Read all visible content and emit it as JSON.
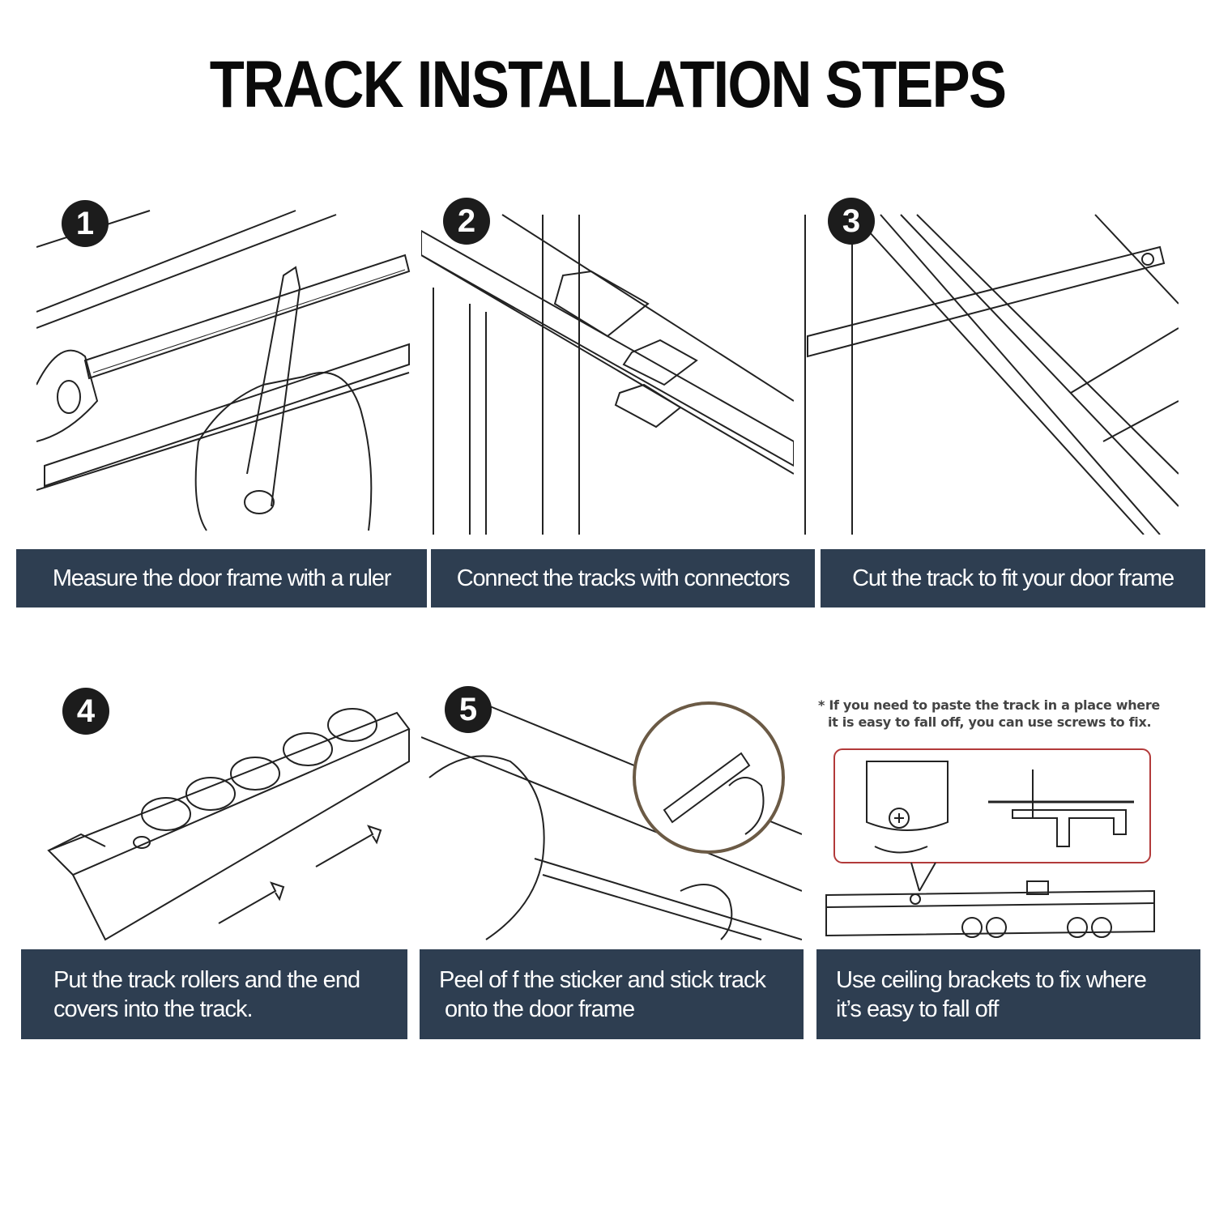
{
  "title": "TRACK INSTALLATION STEPS",
  "steps": [
    {
      "number": "1",
      "caption": "Measure the door frame with a ruler"
    },
    {
      "number": "2",
      "caption": "Connect the tracks with connectors"
    },
    {
      "number": "3",
      "caption": "Cut the track to fit your door frame"
    },
    {
      "number": "4",
      "caption_line1": "Put the track rollers and the end",
      "caption_line2": "covers into the track."
    },
    {
      "number": "5",
      "caption_line1": "Peel of f the sticker and stick track",
      "caption_line2": " onto the door frame"
    },
    {
      "caption_line1": "Use ceiling brackets to fix where",
      "caption_line2": "it’s easy to fall off"
    }
  ],
  "note": {
    "line1": "* If you need to paste the track in a place where",
    "line2": "it is easy to fall off, you can use screws to fix."
  },
  "colors": {
    "caption_bg": "#2e3e51",
    "badge_bg": "#1c1c1c",
    "callout_red": "#b23a3a",
    "magnifier_ring": "#6b5a45"
  }
}
